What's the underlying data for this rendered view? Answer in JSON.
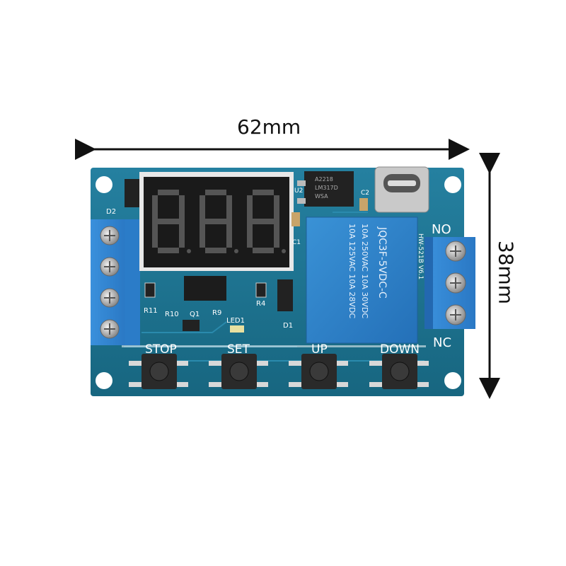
{
  "dimensions": {
    "width_label": "62mm",
    "height_label": "38mm"
  },
  "display": {
    "digits": [
      "8",
      "8",
      "8"
    ]
  },
  "buttons": [
    {
      "label": "STOP"
    },
    {
      "label": "SET"
    },
    {
      "label": "UP"
    },
    {
      "label": "DOWN"
    }
  ],
  "relay": {
    "model": "JQC3F-5VDC-C",
    "rating_1": "10A 250VAC 10A 30VDC",
    "rating_2": "10A 125VAC 10A 28VDC"
  },
  "terminals": {
    "no_label": "NO",
    "nc_label": "NC"
  },
  "silkscreen": {
    "d2": "D2",
    "u2": "U2",
    "c2": "C2",
    "c1": "C1",
    "r11": "R11",
    "r10": "R10",
    "q1": "Q1",
    "r9": "R9",
    "r4": "R4",
    "led1": "LED1",
    "d1": "D1",
    "board_id": "HW-521B V6.1"
  },
  "regulator": {
    "line1": "A2218",
    "line2": "LM317D",
    "line3": "WSA"
  },
  "colors": {
    "pcb": "#1d6f8c",
    "terminal": "#2f86d6",
    "relay": "#2a7fc6",
    "display": "#1a1a1a"
  }
}
